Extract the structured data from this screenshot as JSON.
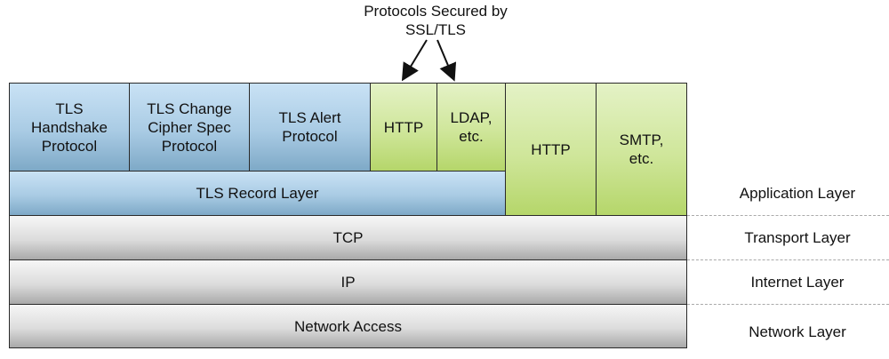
{
  "diagram": {
    "title": "Protocols Secured by\nSSL/TLS",
    "tls_protocols": [
      {
        "label": "TLS\nHandshake\nProtocol"
      },
      {
        "label": "TLS Change\nCipher Spec\nProtocol"
      },
      {
        "label": "TLS Alert\nProtocol"
      }
    ],
    "secured_protocols": [
      {
        "label": "HTTP"
      },
      {
        "label": "LDAP,\netc."
      }
    ],
    "unsecured_protocols": [
      {
        "label": "HTTP"
      },
      {
        "label": "SMTP,\netc."
      }
    ],
    "tls_record_layer": "TLS Record Layer",
    "lower_layers": [
      {
        "label": "TCP"
      },
      {
        "label": "IP"
      },
      {
        "label": "Network Access"
      }
    ],
    "layer_names": [
      {
        "label": "Application Layer"
      },
      {
        "label": "Transport Layer"
      },
      {
        "label": "Internet Layer"
      },
      {
        "label": "Network Layer"
      }
    ],
    "colors": {
      "tls": "#a9cbe4",
      "application": "#cfe69a",
      "lower": "#dcdcdc"
    }
  }
}
